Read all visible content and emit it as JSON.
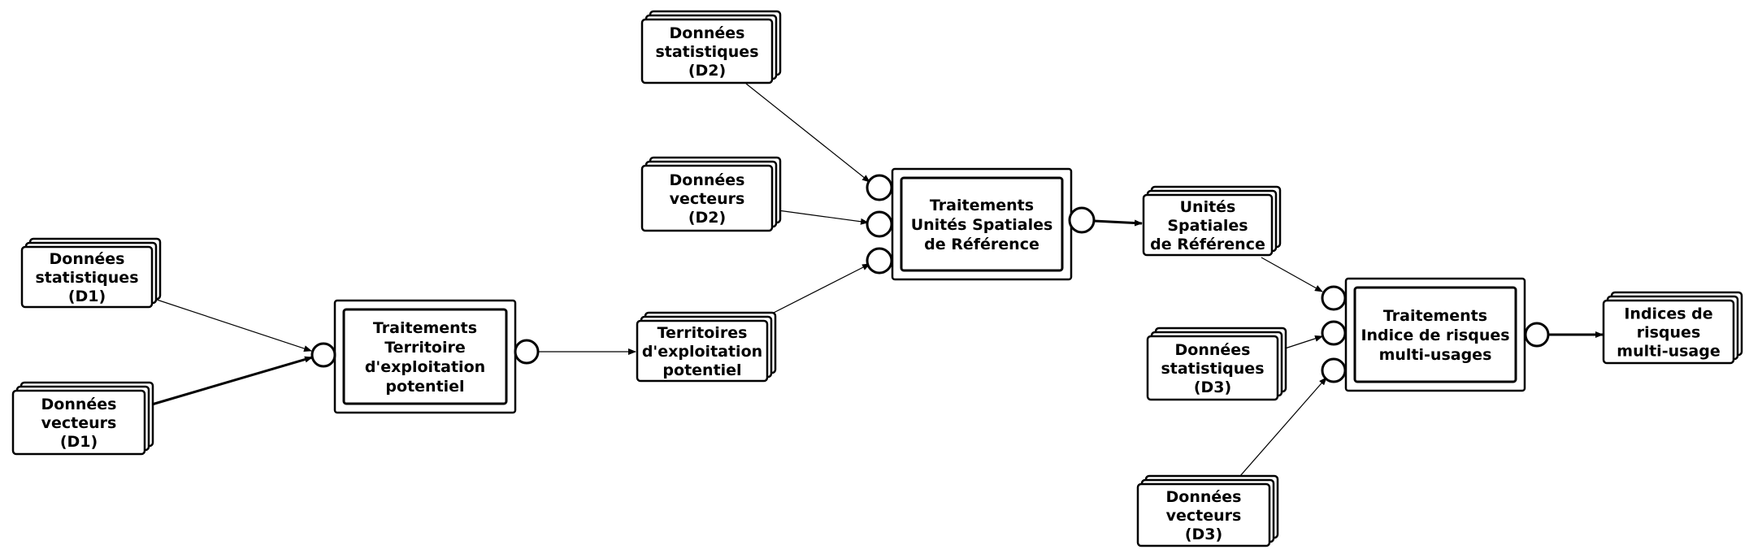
{
  "data_sources": [
    {
      "id": "d1-stats",
      "lines": [
        "Données",
        "statistiques",
        "(D1)"
      ]
    },
    {
      "id": "d1-vect",
      "lines": [
        "Données",
        "vecteurs",
        "(D1)"
      ]
    },
    {
      "id": "d2-stats",
      "lines": [
        "Données",
        "statistiques",
        "(D2)"
      ]
    },
    {
      "id": "d2-vect",
      "lines": [
        "Données",
        "vecteurs",
        "(D2)"
      ]
    },
    {
      "id": "territoires",
      "lines": [
        "Territoires",
        "d'exploitation",
        "potentiel"
      ]
    },
    {
      "id": "unites",
      "lines": [
        "Unités",
        "Spatiales",
        "de Référence"
      ]
    },
    {
      "id": "d3-stats",
      "lines": [
        "Données",
        "statistiques",
        "(D3)"
      ]
    },
    {
      "id": "d3-vect",
      "lines": [
        "Données",
        "vecteurs",
        "(D3)"
      ]
    },
    {
      "id": "indices",
      "lines": [
        "Indices de",
        "risques",
        "multi-usage"
      ]
    }
  ],
  "processes": [
    {
      "id": "proc-territoire",
      "lines": [
        "Traitements",
        "Territoire",
        "d'exploitation",
        "potentiel"
      ]
    },
    {
      "id": "proc-usr",
      "lines": [
        "Traitements",
        "Unités Spatiales",
        "de Référence"
      ]
    },
    {
      "id": "proc-indice",
      "lines": [
        "Traitements",
        "Indice de risques",
        "multi-usages"
      ]
    }
  ]
}
